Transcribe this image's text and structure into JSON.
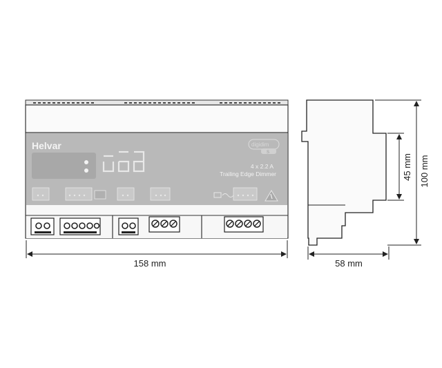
{
  "device": {
    "brand": "Helvar",
    "logo": "digidim",
    "logo_badge": "S",
    "rating": "4 x 2.2 A",
    "product": "Trailing Edge Dimmer"
  },
  "dimensions": {
    "width": "158 mm",
    "depth": "58 mm",
    "front_height": "45 mm",
    "total_height": "100 mm"
  },
  "icons": [
    "warning-triangle-icon",
    "display-glyphs",
    "switch-icon",
    "terminal-screw-icon"
  ]
}
